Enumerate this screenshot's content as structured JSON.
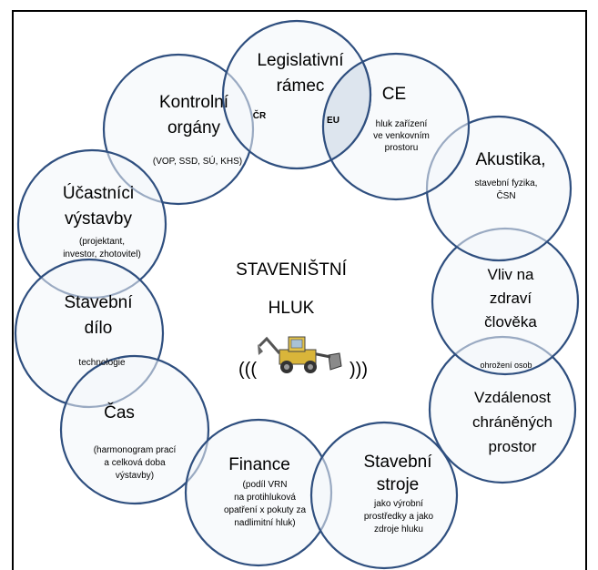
{
  "center": {
    "line1": "STAVENIŠTNÍ",
    "line2": "HLUK",
    "paren_left": "(((",
    "paren_right": ")))"
  },
  "circles": [
    {
      "id": "legislativni",
      "title": [
        "Legislativní",
        "rámec"
      ],
      "extra_left": "ČR",
      "extra_right": "EU"
    },
    {
      "id": "ce",
      "title": [
        "CE"
      ],
      "detail": [
        "hluk zařízení",
        "ve venkovním",
        "prostoru"
      ]
    },
    {
      "id": "kontrolni",
      "title": [
        "Kontrolní",
        "orgány"
      ],
      "detail": [
        "(VOP, SSD, SÚ, KHS)"
      ]
    },
    {
      "id": "akustika",
      "title": [
        "Akustika,"
      ],
      "detail": [
        "stavební fyzika,",
        "ČSN"
      ]
    },
    {
      "id": "ucastnici",
      "title": [
        "Účastníci",
        "výstavby"
      ],
      "detail": [
        "(projektant,",
        "investor, zhotovitel)"
      ]
    },
    {
      "id": "vliv",
      "title": [
        "Vliv na",
        "zdraví",
        "člověka"
      ],
      "detail": [
        "ohrožení osob"
      ]
    },
    {
      "id": "dilo",
      "title": [
        "Stavební",
        "dílo"
      ],
      "detail": [
        "technologie"
      ]
    },
    {
      "id": "vzdalenost",
      "title": [
        "Vzdálenost",
        "chráněných",
        "prostor"
      ]
    },
    {
      "id": "cas",
      "title": [
        "Čas"
      ],
      "detail": [
        "(harmonogram prací",
        "a celková doba",
        "výstavby)"
      ]
    },
    {
      "id": "finance",
      "title": [
        "Finance"
      ],
      "detail": [
        "(podíl VRN",
        "na protihluková",
        "opatření x pokuty za",
        "nadlimitní hluk)"
      ]
    },
    {
      "id": "stroje",
      "title": [
        "Stavební",
        "stroje"
      ],
      "detail": [
        "jako výrobní",
        "prostředky a jako",
        "zdroje hluku"
      ]
    }
  ],
  "colors": {
    "circle_stroke": "#2f4f7f",
    "circle_fill": "#f3f6fa",
    "overlap_fill": "#dde5ee",
    "text": "#000000"
  },
  "icons": {
    "machine": "backhoe-loader-icon"
  }
}
